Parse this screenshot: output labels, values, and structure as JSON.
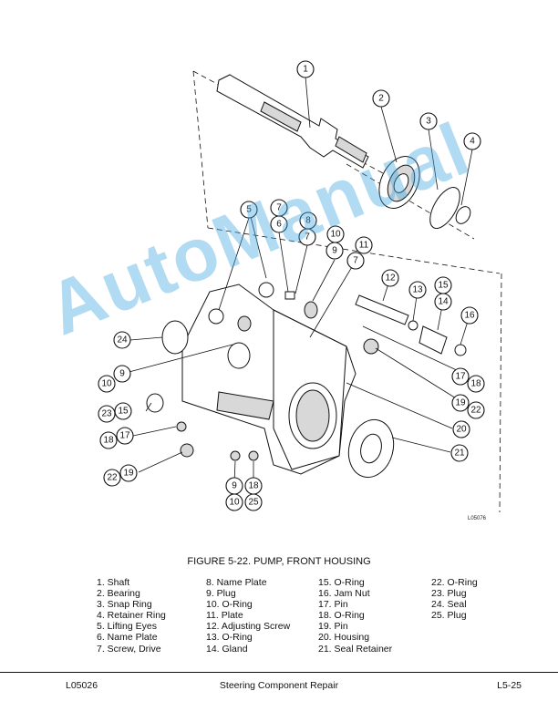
{
  "figure": {
    "drawing_id": "L05076",
    "caption": "FIGURE 5-22. PUMP, FRONT HOUSING",
    "watermark": "AutoManual",
    "callouts": [
      "1",
      "2",
      "3",
      "4",
      "5",
      "7",
      "6",
      "8",
      "7",
      "10",
      "9",
      "11",
      "7",
      "12",
      "13",
      "15",
      "14",
      "16",
      "24",
      "10",
      "9",
      "23",
      "15",
      "18",
      "17",
      "22",
      "19",
      "17",
      "18",
      "19",
      "22",
      "20",
      "21",
      "9",
      "10",
      "18",
      "25"
    ]
  },
  "legend": {
    "columns": [
      [
        "1. Shaft",
        "2. Bearing",
        "3. Snap Ring",
        "4. Retainer Ring",
        "5. Lifting Eyes",
        "6. Name Plate",
        "7. Screw, Drive"
      ],
      [
        "8. Name Plate",
        "9. Plug",
        "10. O-Ring",
        "11. Plate",
        "12. Adjusting Screw",
        "13. O-Ring",
        "14. Gland"
      ],
      [
        "15. O-Ring",
        "16. Jam Nut",
        "17. Pin",
        "18. O-Ring",
        "19. Pin",
        "20. Housing",
        "21. Seal Retainer"
      ],
      [
        "22. O-Ring",
        "23. Plug",
        "24. Seal",
        "25. Plug"
      ]
    ]
  },
  "footer": {
    "left": "L05026",
    "center": "Steering Component Repair",
    "right": "L5-25"
  }
}
